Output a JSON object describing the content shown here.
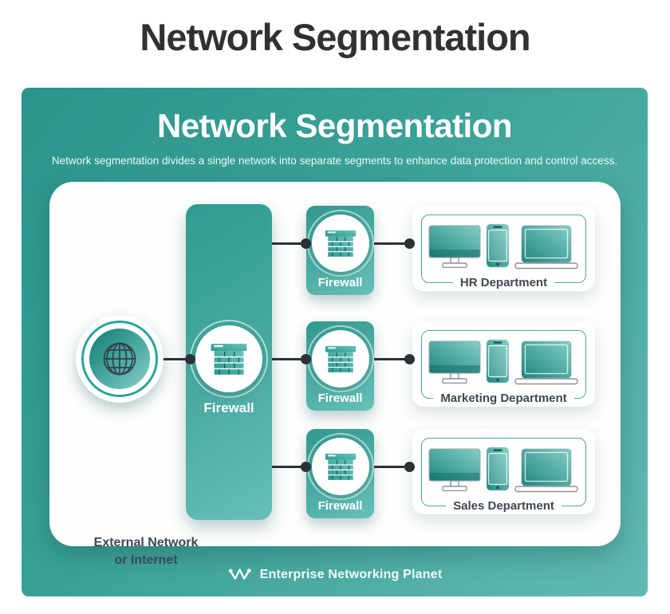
{
  "page": {
    "heading": "Network Segmentation"
  },
  "infographic": {
    "title": "Network Segmentation",
    "subtitle": "Network segmentation divides a single network into separate segments to enhance data protection and control access.",
    "external_node": {
      "line1": "External Network",
      "line2": "or Internet"
    },
    "main_firewall": {
      "label": "Firewall"
    },
    "branch_firewalls": [
      {
        "label": "Firewall"
      },
      {
        "label": "Firewall"
      },
      {
        "label": "Firewall"
      }
    ],
    "departments": [
      {
        "label": "HR Department"
      },
      {
        "label": "Marketing Department"
      },
      {
        "label": "Sales Department"
      }
    ],
    "footer": {
      "brand": "Enterprise Networking Planet"
    },
    "colors": {
      "teal_accent": "#2da59d",
      "panel_gradient_dark": "#2b948b",
      "panel_gradient_light": "#62bab2",
      "text_dark": "#3c4854",
      "connector": "#2c3136"
    }
  }
}
